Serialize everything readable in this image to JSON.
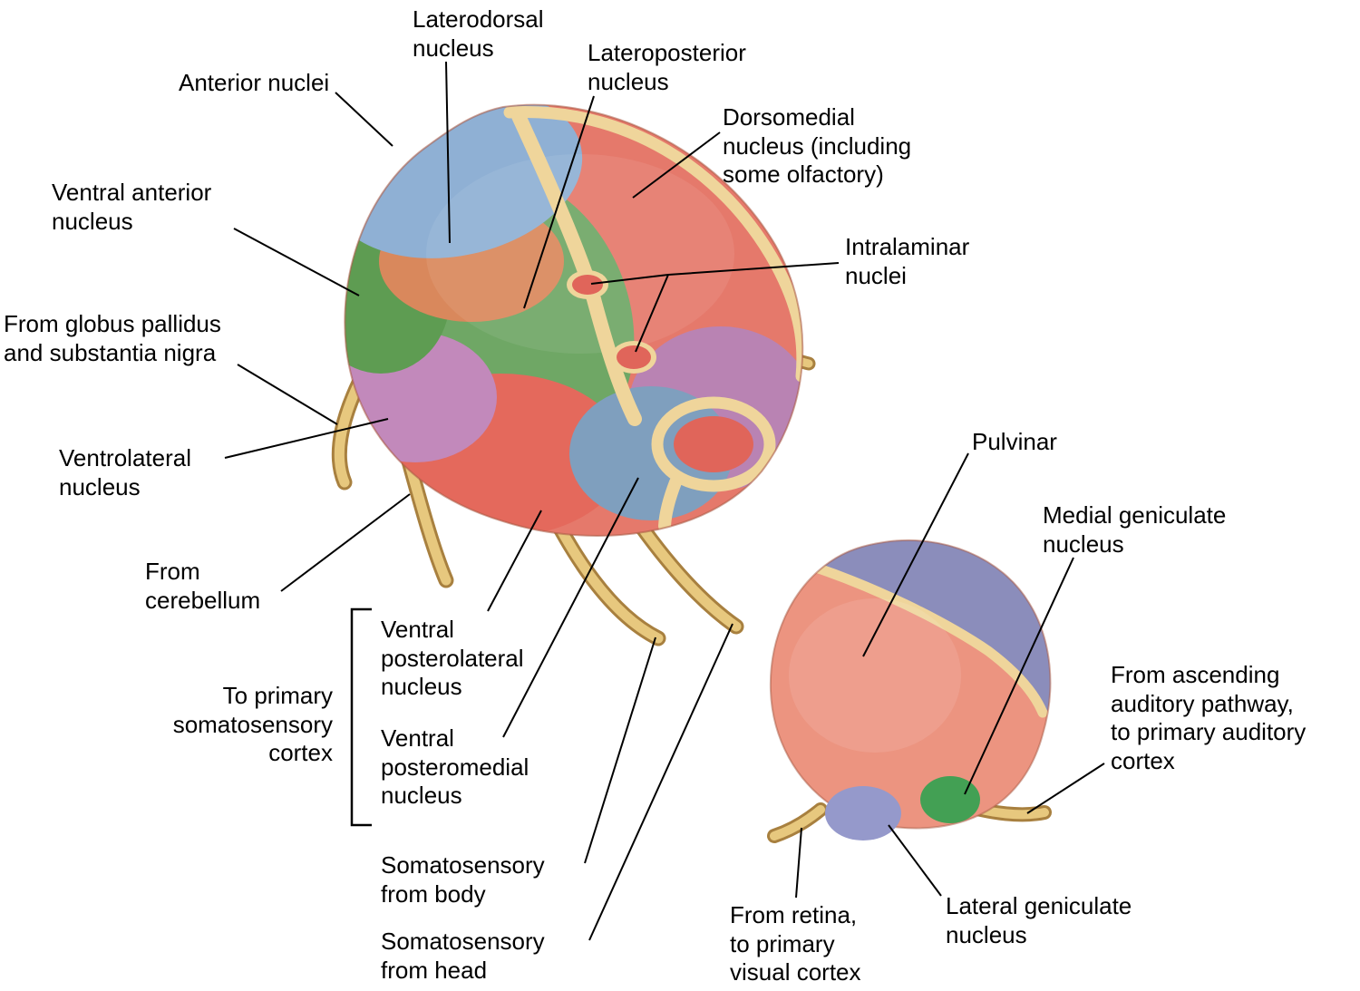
{
  "labels": {
    "anterior_nuclei": "Anterior nuclei",
    "laterodorsal_nucleus": "Laterodorsal\nnucleus",
    "lateroposterior_nucleus": "Lateroposterior\nnucleus",
    "dorsomedial_nucleus": "Dorsomedial\nnucleus (including\nsome olfactory)",
    "ventral_anterior_nucleus": "Ventral anterior\nnucleus",
    "intralaminar_nuclei": "Intralaminar\nnuclei",
    "from_globus_pallidus": "From globus pallidus\nand substantia nigra",
    "ventrolateral_nucleus": "Ventrolateral\nnucleus",
    "from_cerebellum": "From\ncerebellum",
    "pulvinar": "Pulvinar",
    "medial_geniculate_nucleus": "Medial geniculate\nnucleus",
    "to_primary_somatosensory_cortex": "To primary\nsomatosensory\ncortex",
    "ventral_posterolateral_nucleus": "Ventral\nposterolateral\nnucleus",
    "ventral_posteromedial_nucleus": "Ventral\nposteromedial\nnucleus",
    "from_ascending_auditory": "From ascending\nauditory pathway,\nto primary auditory\ncortex",
    "somatosensory_from_body": "Somatosensory\nfrom body",
    "somatosensory_from_head": "Somatosensory\nfrom head",
    "from_retina": "From retina,\nto primary\nvisual cortex",
    "lateral_geniculate_nucleus": "Lateral geniculate\nnucleus"
  },
  "palette": {
    "background": "#FFFFFF",
    "dorsomedial": "#E5796B",
    "anterior": "#8FB0D4",
    "laterodorsal": "#D9885C",
    "ventral_anterior": "#5E9C52",
    "lateroposterior": "#6FA765",
    "ventrolateral": "#C289BB",
    "ventral_posterolateral": "#E4695C",
    "ventral_posteromedial": "#7F9FBE",
    "posterior_purple": "#B983B3",
    "intralaminar": "#E0655A",
    "lamina_cream": "#EFD59B",
    "stalk_fill": "#E7C87E",
    "stalk_edge": "#A8803F",
    "pulvinar": "#EC9480",
    "small_top_band": "#8B8DBB",
    "medial_geniculate": "#43A054",
    "lateral_geniculate": "#9599CB",
    "body_outline": "#A85A43",
    "leader_line": "#000000"
  }
}
